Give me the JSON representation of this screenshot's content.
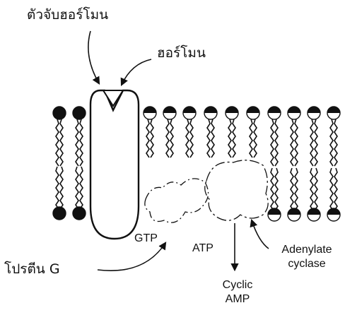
{
  "labels": {
    "hormone_receptor": "ตัวจับฮอร์โมน",
    "hormone": "ฮอร์โมน",
    "gtp": "GTP",
    "atp": "ATP",
    "g_protein": "โปรตีน G",
    "adenylate_line1": "Adenylate",
    "adenylate_line2": "cyclase",
    "cyclic_line1": "Cyclic",
    "cyclic_line2": "AMP"
  },
  "colors": {
    "ink": "#111111",
    "background": "#ffffff"
  }
}
